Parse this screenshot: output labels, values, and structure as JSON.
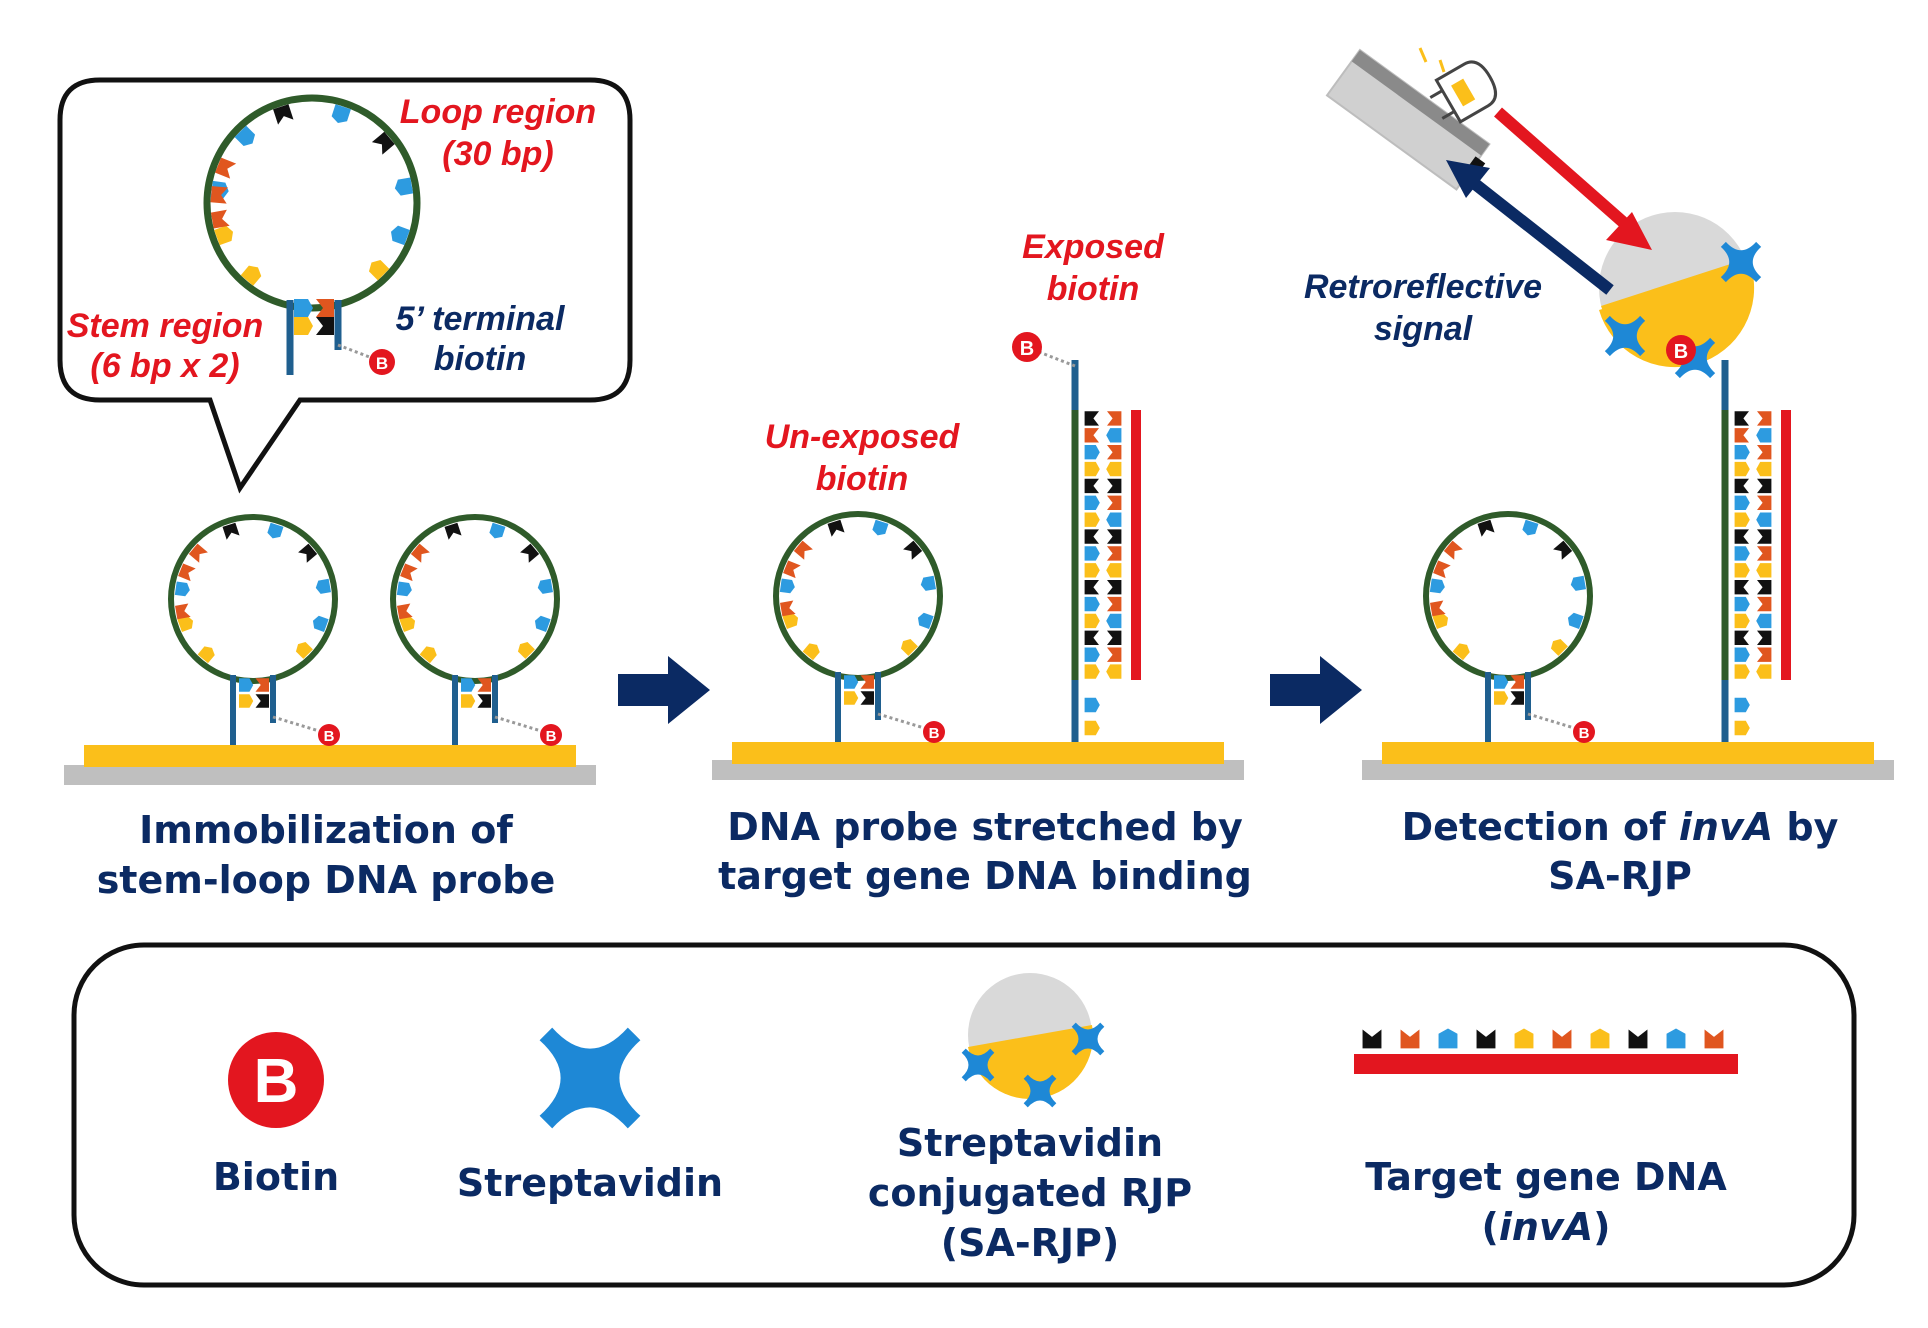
{
  "callout": {
    "loop_label_1": "Loop region",
    "loop_label_2": "(30 bp)",
    "stem_label_1": "Stem region",
    "stem_label_2": "(6 bp x 2)",
    "terminal_label_1": "5’ terminal",
    "terminal_label_2": "biotin"
  },
  "panel1": {
    "caption_1": "Immobilization of",
    "caption_2": "stem-loop DNA probe"
  },
  "panel2": {
    "unexposed_1": "Un-exposed",
    "unexposed_2": "biotin",
    "exposed_1": "Exposed",
    "exposed_2": "biotin",
    "caption_1": "DNA probe stretched by",
    "caption_2": "target gene DNA binding"
  },
  "panel3": {
    "signal_1": "Retroreflective",
    "signal_2": "signal",
    "caption_1_pre": "Detection of ",
    "caption_1_italic": "invA",
    "caption_1_post": " by",
    "caption_2": "SA-RJP"
  },
  "biotin_symbol": "B",
  "legend": {
    "biotin": "Biotin",
    "streptavidin": "Streptavidin",
    "rjp_1": "Streptavidin",
    "rjp_2": "conjugated RJP",
    "rjp_3": "(SA-RJP)",
    "target_1": "Target gene DNA",
    "target_2_open": "(",
    "target_2_italic": "invA",
    "target_2_close": ")"
  },
  "colors": {
    "navy": "#0b2a63",
    "red": "#e3161f",
    "loop_green": "#2f5b2a",
    "gold": "#fbbf1a",
    "blue_base": "#2d9be0",
    "orange_base": "#e0561f",
    "black_base": "#111111",
    "stem_blue": "#1f5f8f",
    "substrate_gray": "#bfbfbf"
  }
}
